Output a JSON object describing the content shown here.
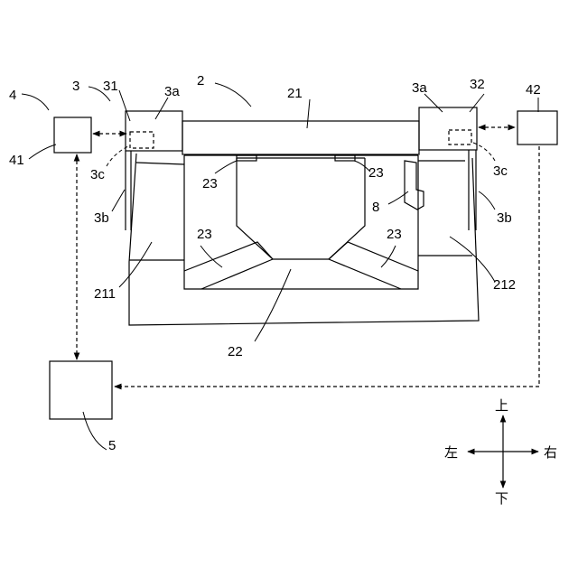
{
  "labels": {
    "l2": "2",
    "l21": "21",
    "l22": "22",
    "l211": "211",
    "l212": "212",
    "l23a": "23",
    "l23b": "23",
    "l23c": "23",
    "l23d": "23",
    "l8": "8",
    "l3": "3",
    "l31": "31",
    "l32": "32",
    "l3a_left": "3a",
    "l3a_right": "3a",
    "l3b_left": "3b",
    "l3b_right": "3b",
    "l3c_left": "3c",
    "l3c_right": "3c",
    "l4": "4",
    "l41": "41",
    "l42": "42",
    "l5": "5"
  },
  "compass": {
    "up": "上",
    "down": "下",
    "left": "左",
    "right": "右"
  }
}
